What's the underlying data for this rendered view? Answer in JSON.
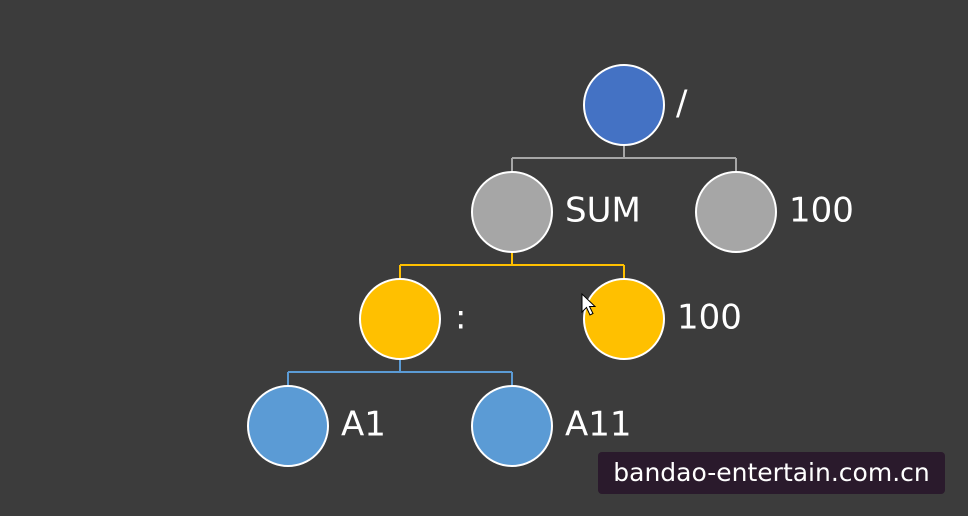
{
  "colors": {
    "background": "#3c3c3c",
    "root_node": "#4472c4",
    "level1_node": "#a6a6a6",
    "level2_node": "#ffc000",
    "level3_node": "#5b9bd5",
    "level1_connector": "#a6a6a6",
    "level2_connector": "#ffc000",
    "level3_connector": "#5b9bd5",
    "node_border": "#ffffff",
    "label_text": "#ffffff"
  },
  "tree": {
    "root": {
      "label": "/"
    },
    "level1": [
      {
        "label": "SUM"
      },
      {
        "label": "100"
      }
    ],
    "level2": [
      {
        "label": ":"
      },
      {
        "label": "100"
      }
    ],
    "level3": [
      {
        "label": "A1"
      },
      {
        "label": "A11"
      }
    ]
  },
  "watermark": {
    "text": "bandao-entertain.com.cn"
  }
}
